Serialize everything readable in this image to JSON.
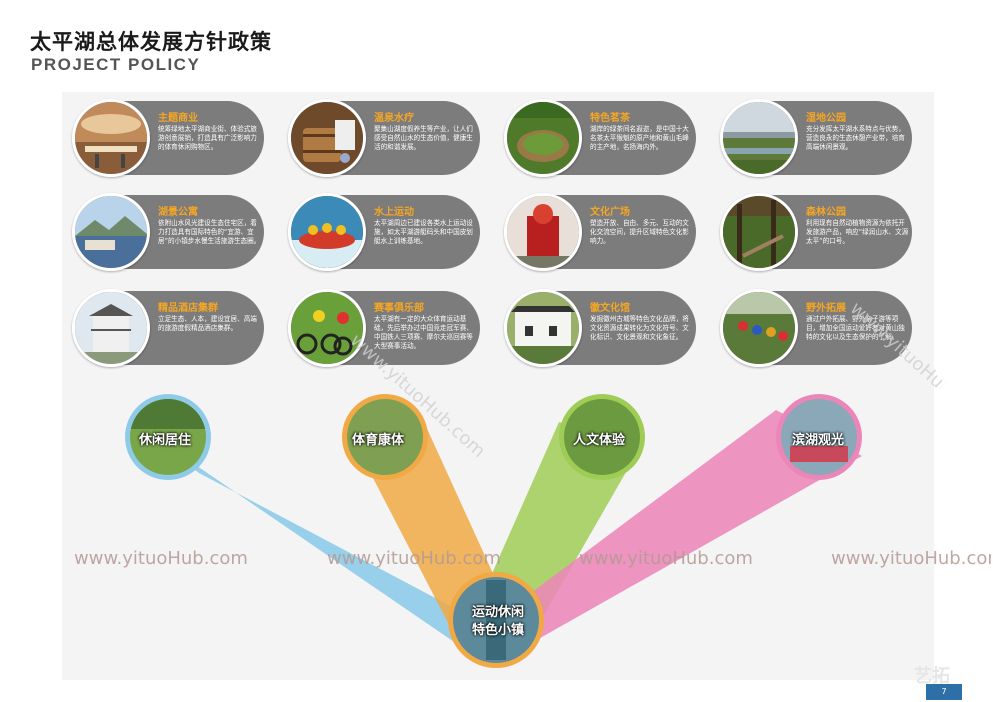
{
  "header": {
    "title_cn": "太平湖总体发展方针政策",
    "title_en": "PROJECT POLICY"
  },
  "cards": [
    {
      "title": "主题商业",
      "desc": "统筹绿地太平湖商业街、体验式旅游创意展销，打造具有广泛影响力的体育休闲购物区。",
      "icon": "mall-photo"
    },
    {
      "title": "温泉水疗",
      "desc": "聚集山湖度假养生等产业，让人们感受自然山水的生态价值，健康生活的和谐发展。",
      "icon": "spa-photo"
    },
    {
      "title": "特色茗茶",
      "desc": "湖岸的绿茶间名遐迩，是中国十大名茶太平猴魁的原产地和黄山毛峰的主产地，名扬海内外。",
      "icon": "tea-photo"
    },
    {
      "title": "湿地公园",
      "desc": "充分发挥太平湖水系特点与优势，营造良永的生态休憩产业带，培育高端休闲景观。",
      "icon": "wetland-photo"
    },
    {
      "title": "湖景公寓",
      "desc": "依附山水风光建设生态住宅区，着力打造具有国际特色的“宜游、宜居”的小镇步水慢生活旅游生态圈。",
      "icon": "lake-apartment-photo"
    },
    {
      "title": "水上运动",
      "desc": "太平湖周边已建设各类水上运动设施，如太平湖游艇码头和中国皮划艇水上训练基地。",
      "icon": "rafting-photo"
    },
    {
      "title": "文化广场",
      "desc": "塑造开放、自由、多元、互动的文化交流空间，提升区域特色文化影响力。",
      "icon": "plaza-photo"
    },
    {
      "title": "森林公园",
      "desc": "利用现有自然动植物资源为依托开发旅游产品，响应“绿润山水、文源太平”的口号。",
      "icon": "forest-photo"
    },
    {
      "title": "精品酒店集群",
      "desc": "立足生态、人本，建设宜居、高端的旅游度假精品酒店集群。",
      "icon": "hotel-photo"
    },
    {
      "title": "赛事俱乐部",
      "desc": "太平湖有一定的大众体育运动基础，先后举办过中国竞走冠军赛、中国铁人三项赛、摩尔夫巡回赛等大型赛事活动。",
      "icon": "cycling-photo"
    },
    {
      "title": "徽文化馆",
      "desc": "发掘徽州古城等特色文化品牌，将文化资源成果转化为文化符号、文化标识、文化景观和文化象征。",
      "icon": "hui-house-photo"
    },
    {
      "title": "野外拓展",
      "desc": "通过户外拓展、野外亲子游等项目，增加全国运动爱好者对黄山独特的文化以及生态保护的了解。",
      "icon": "hiking-photo"
    }
  ],
  "bubbles": [
    {
      "label": "休闲居住",
      "color": "#8fcbe8"
    },
    {
      "label": "体育康体",
      "color": "#f0a945"
    },
    {
      "label": "人文体验",
      "color": "#9fcc55"
    },
    {
      "label": "滨湖观光",
      "color": "#ec86b8"
    }
  ],
  "hub": {
    "label_line1": "运动休闲",
    "label_line2": "特色小镇"
  },
  "watermarks": [
    "www.yituoHub.com",
    "www.yituoHub.com",
    "www.yituoHub.com",
    "www.yituoHub.com",
    "www.yituoHub.com",
    "www.yituoHub.com"
  ],
  "page_number": "7",
  "corner_logo": "艺拓"
}
